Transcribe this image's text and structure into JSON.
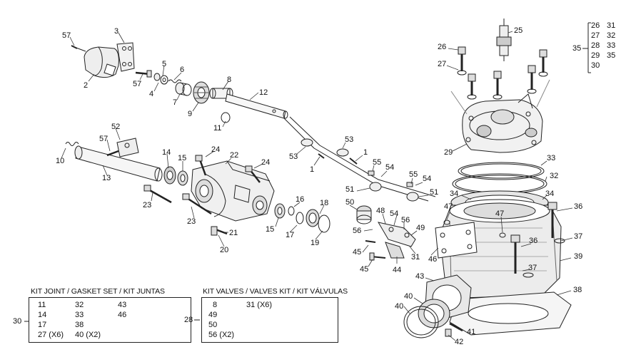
{
  "labels": {
    "l57a": "57",
    "l3": "3",
    "l2": "2",
    "l57b": "57",
    "l5": "5",
    "l4": "4",
    "l6": "6",
    "l7": "7",
    "l8": "8",
    "l9": "9",
    "l12": "12",
    "l11": "11",
    "l52": "52",
    "l57c": "57",
    "l10": "10",
    "l13": "13",
    "l14": "14",
    "l15a": "15",
    "l24a": "24",
    "l22": "22",
    "l24b": "24",
    "l23a": "23",
    "l23b": "23",
    "l21": "21",
    "l20": "20",
    "l16": "16",
    "l15b": "15",
    "l17": "17",
    "l18": "18",
    "l19": "19",
    "l53a": "53",
    "l53b": "53",
    "l1a": "1",
    "l1b": "1",
    "l55a": "55",
    "l54a": "54",
    "l55b": "55",
    "l54b": "54",
    "l51a": "51",
    "l51b": "51",
    "l50": "50",
    "l48": "48",
    "l54c": "54",
    "l56a": "56",
    "l56b": "56",
    "l49": "49",
    "l45a": "45",
    "l45b": "45",
    "l44": "44",
    "l31": "31",
    "l46": "46",
    "l47a": "47",
    "l47b": "47",
    "l26": "26",
    "l25": "25",
    "l27": "27",
    "l29": "29",
    "l33": "33",
    "l32": "32",
    "l34a": "34",
    "l34b": "34",
    "l36a": "36",
    "l36b": "36",
    "l37a": "37",
    "l37b": "37",
    "l39": "39",
    "l38": "38",
    "l43": "43",
    "l40a": "40",
    "l40b": "40",
    "l41": "41",
    "l42": "42",
    "l35": "35"
  },
  "kit_35": {
    "number": "35",
    "items": [
      "26",
      "31",
      "27",
      "32",
      "28",
      "33",
      "29",
      "35",
      "30"
    ]
  },
  "kit_gasket": {
    "number": "30",
    "title": "KIT JOINT / GASKET SET / KIT JUNTAS",
    "rows": [
      [
        "11",
        "32",
        "43"
      ],
      [
        "14",
        "33",
        "46"
      ],
      [
        "17",
        "38",
        ""
      ],
      [
        "27 (X6)",
        "40 (X2)",
        ""
      ]
    ]
  },
  "kit_valves": {
    "number": "28",
    "title": "KIT VALVES / VALVES KIT / KIT VÁLVULAS",
    "rows": [
      [
        "8",
        "31 (X6)"
      ],
      [
        "49",
        ""
      ],
      [
        "50",
        ""
      ],
      [
        "56 (X2)",
        ""
      ]
    ]
  }
}
